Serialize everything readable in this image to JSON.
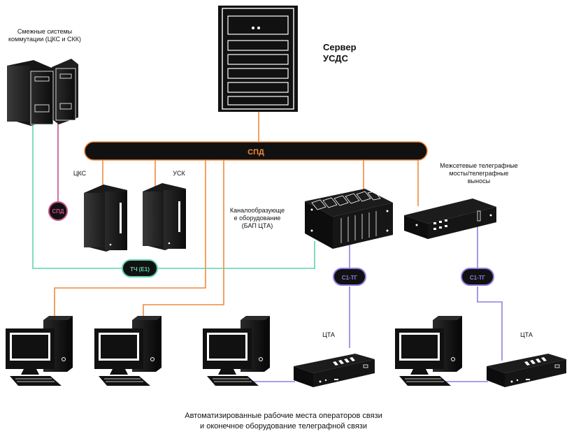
{
  "labels": {
    "server": "Сервер\nУСДС",
    "adjacent_systems": "Смежные системы\nкоммутации (ЦКС и СКК)",
    "spd_bus": "СПД",
    "cks": "ЦКС",
    "usk": "УСК",
    "spd_node": "СПД",
    "tch_e1": "ТЧ (Е1)",
    "channel_equipment": "Каналообразующе\nе оборудование\n(БАП ЦТА)",
    "gateways": "Межсетевые телеграфные\nмосты/телеграфные\nвыносы",
    "c1tg_1": "С1-ТГ",
    "c1tg_2": "С1-ТГ",
    "cta_1": "ЦТА",
    "cta_2": "ЦТА",
    "caption": "Автоматизированные рабочие места операторов связи\nи  оконечное оборудование телеграфной связи"
  },
  "colors": {
    "bus_fill": "#111111",
    "bus_outline": "#f08a3c",
    "orange_link": "#f08a3c",
    "green_link": "#5fd3b0",
    "pink_link": "#c84e8a",
    "purple_link": "#8f7fe0",
    "device_dark": "#121212"
  }
}
